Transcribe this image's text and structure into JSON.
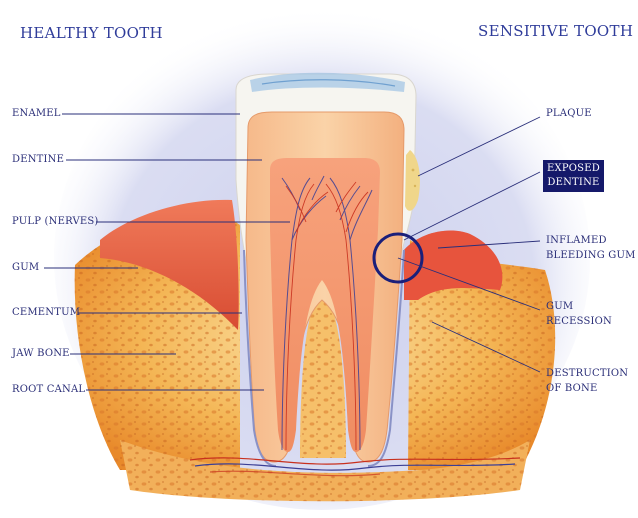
{
  "headings": {
    "left": "HEALTHY TOOTH",
    "right": "SENSITIVE TOOTH"
  },
  "labels_left": {
    "enamel": "ENAMEL",
    "dentine": "DENTINE",
    "pulp": "PULP (NERVES)",
    "gum": "GUM",
    "cementum": "CEMENTUM",
    "jaw_bone": "JAW BONE",
    "root_canal": "ROOT CANAL"
  },
  "labels_right": {
    "plaque": "PLAQUE",
    "exposed_dentine": [
      "EXPOSED",
      "DENTINE"
    ],
    "inflamed_gum": [
      "INFLAMED",
      "BLEEDING GUM"
    ],
    "gum_recession": [
      "GUM",
      "RECESSION"
    ],
    "bone_destruction": [
      "DESTRUCTION",
      "OF BONE"
    ]
  },
  "colors": {
    "label_text": "#2b2f78",
    "heading_text": "#2f3c9a",
    "leader_line": "#2a2f7a",
    "highlight_circle": "#1a1f7a",
    "boxed_label_bg": "#15196a",
    "halo": "#c9cdec",
    "enamel": "#f7f6f1",
    "dentine": "#f7c797",
    "pulp": "#f39a6e",
    "gum": "#e4583c",
    "bone": "#f2a23c",
    "plaque": "#f0d68a"
  }
}
